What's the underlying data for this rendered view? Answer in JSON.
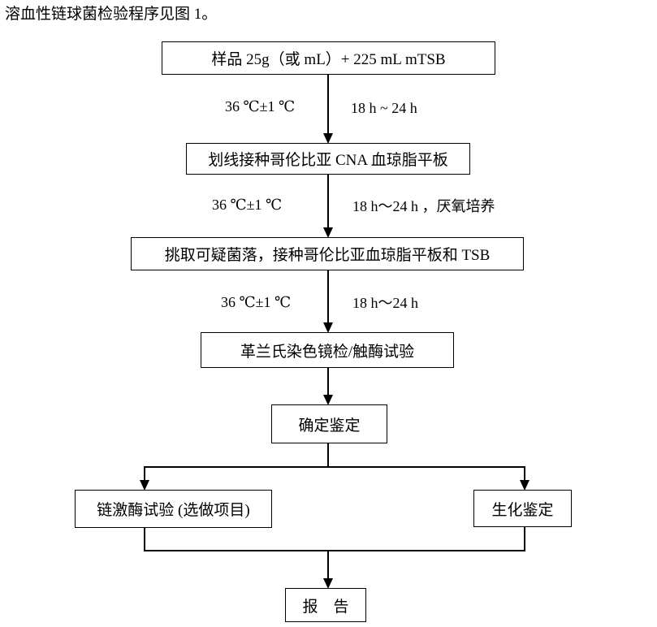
{
  "caption": "溶血性链球菌检验程序见图 1。",
  "flowchart": {
    "nodes": {
      "sample": "样品 25g（或 mL）+ 225 mL mTSB",
      "streak": "划线接种哥伦比亚 CNA 血琼脂平板",
      "pick": "挑取可疑菌落，接种哥伦比亚血琼脂平板和 TSB",
      "gram": "革兰氏染色镜检/触酶试验",
      "confirm": "确定鉴定",
      "streptokinase": "链激酶试验 (选做项目)",
      "biochemical": "生化鉴定",
      "report": "报　告"
    },
    "edge_labels": {
      "e1_left": "36 ℃±1 ℃",
      "e1_right": "18 h ~ 24 h",
      "e2_left": "36 ℃±1 ℃",
      "e2_right": "18 h～24 h ，厌氧培养",
      "e3_left": "36 ℃±1 ℃",
      "e3_right": "18 h～24 h"
    },
    "colors": {
      "line": "#000000",
      "text": "#000000",
      "background": "#ffffff"
    }
  }
}
